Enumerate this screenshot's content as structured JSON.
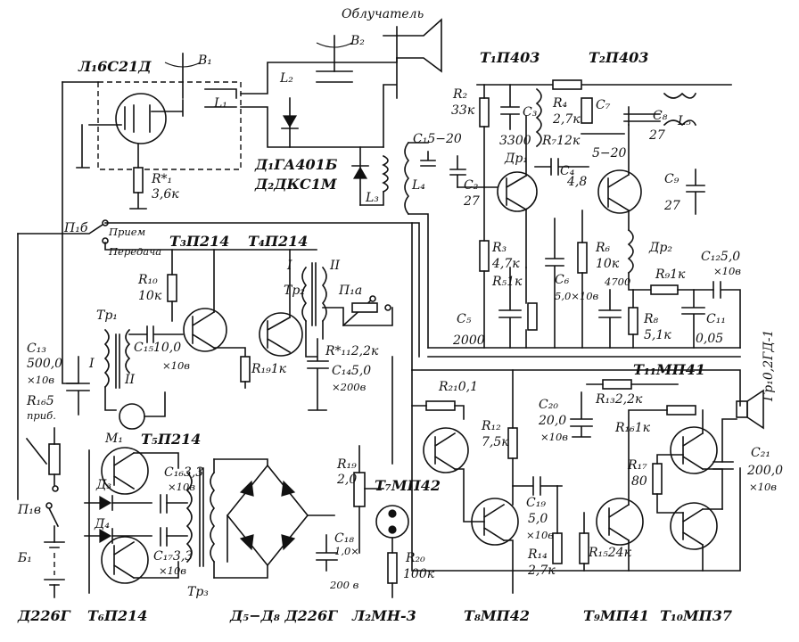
{
  "title_lamp": "Л₁6С21Д",
  "lamp_wire": "В₁",
  "lamp_wire2": "В₂",
  "irradiator": "Облучатель",
  "L1": "L₁",
  "L2": "L₂",
  "L3": "L₃",
  "L4": "L₄",
  "L5": "L₅",
  "D1": "Д₁ГА401Б",
  "D2": "Д₂ДКС1М",
  "R1_name": "R*₁",
  "R1_val": "3,6к",
  "C1": "C₁5−20",
  "C2_name": "C₂",
  "C2_val": "27",
  "T1": "T₁П403",
  "T2": "T₂П403",
  "R2_name": "R₂",
  "R2_val": "33к",
  "C3_name": "C₃",
  "C3_val": "3300",
  "R4_name": "R₄",
  "R4_val": "2,7к",
  "R7": "R₇12к",
  "C4_name": "C₄",
  "C4_val": "4,8",
  "C7": "C₇",
  "C7_val": "5−20",
  "C8_name": "C₈",
  "C8_val": "27",
  "C9_name": "C₉",
  "C9_val": "27",
  "Dr1": "Др₁",
  "Dr2": "Др₂",
  "R3_name": "R₃",
  "R3_val": "4,7к",
  "R5": "R₅1к",
  "C5_name": "C₅",
  "C5_val": "2000",
  "C6_name": "C₆",
  "C6_val": "5,0×10в",
  "R6_name": "R₆",
  "R6_val": "10к",
  "C10_val": "4700",
  "R9": "R₉1к",
  "C12": "C₁₂5,0",
  "C12_v": "×10в",
  "R8_name": "R₈",
  "R8_val": "5,1к",
  "C11_name": "C₁₁",
  "C11_val": "0,05",
  "Gr1": "Гр₁0,2ГД-1",
  "P1b": "П₁б",
  "P1a": "П₁а",
  "priem": "Прием",
  "peredacha": "Передача",
  "T3": "T₃П214",
  "T4": "T₄П214",
  "R10_name": "R₁₀",
  "R10_val": "10к",
  "Tr1": "Tр₁",
  "Tr2": "Tр₂",
  "Tr3": "Tр₃",
  "C15": "C₁₅10,0",
  "C15_v": "×10в",
  "R19a": "R₁₉1к",
  "R11": "R*₁₁2,2к",
  "C14": "C₁₄5,0",
  "C14_v": "×200в",
  "wind_I": "I",
  "wind_II": "II",
  "C13": "C₁₃",
  "C13_val": "500,0",
  "C13_v": "×10в",
  "R16": "R₁₆5",
  "R16_sub": "приб.",
  "M1": "M₁",
  "T5": "T₅П214",
  "T6": "T₆П214",
  "C16": "C₁₆3,3",
  "C16_v": "×10в",
  "C17": "C₁₇3,3",
  "C17_v": "×10в",
  "D3": "Д₃",
  "D4": "Д₄",
  "P1v": "П₁в",
  "B1": "Б₁",
  "D226_left": "Д226Г",
  "D5_8": "Д₅−Д₈ Д226Г",
  "R19b_name": "R₁₉",
  "R19b_val": "2,0",
  "C18_name": "C₁₈",
  "C18_val": "1,0×",
  "C18_v": "200 в",
  "T7": "T₇МП42",
  "R20_name": "R₂₀",
  "R20_val": "100к",
  "L2lamp": "Л₂МН-3",
  "R21": "R₂₁0,1",
  "T11": "T₁₁МП41",
  "R12_name": "R₁₂",
  "R12_val": "7,5к",
  "C20": "C₂₀",
  "C20_val": "20,0",
  "C20_v": "×10в",
  "R13": "R₁₃2,2к",
  "R16b": "R₁₆1к",
  "R17_name": "R₁₇",
  "R17_val": "80",
  "C21_name": "C₂₁",
  "C21_val": "200,0",
  "C21_v": "×10в",
  "C19_name": "C₁₉",
  "C19_val": "5,0",
  "C19_v": "×10в",
  "R14_name": "R₁₄",
  "R14_val": "2,7к",
  "R15": "R₁₅24к",
  "T8": "T₈МП42",
  "T9": "T₉МП41",
  "T10": "T₁₀МП37"
}
